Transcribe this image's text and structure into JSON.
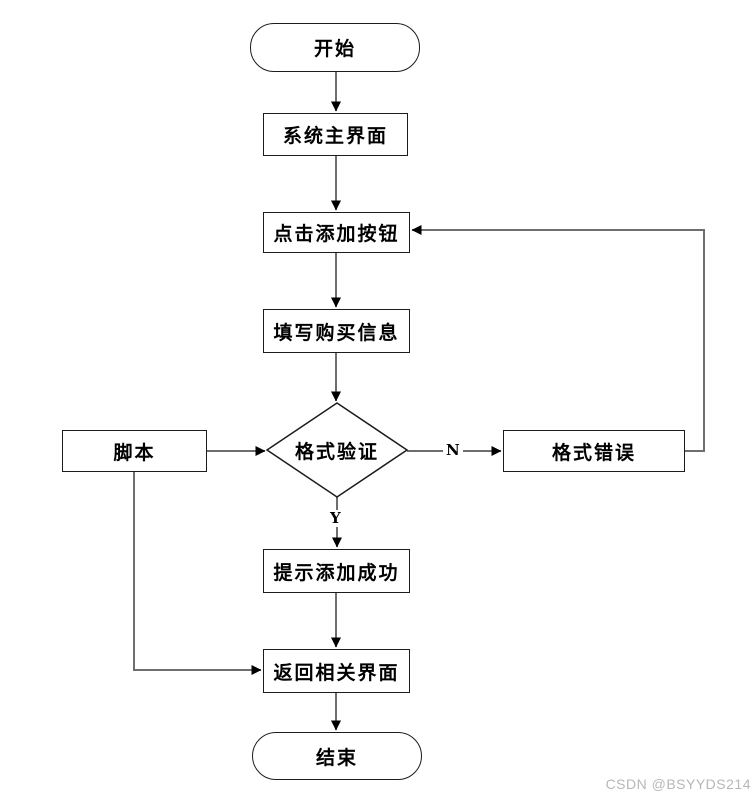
{
  "diagram": {
    "nodes": {
      "start": "开始",
      "main_interface": "系统主界面",
      "click_add": "点击添加按钮",
      "fill_info": "填写购买信息",
      "format_check": "格式验证",
      "script": "脚本",
      "format_error": "格式错误",
      "success_tip": "提示添加成功",
      "return_ui": "返回相关界面",
      "end": "结束"
    },
    "edge_labels": {
      "no": "N",
      "yes": "Y"
    },
    "colors": {
      "line": "#6e6e6e",
      "border": "#1c1c1c",
      "arrowhead": "#000000",
      "node_fill": "#ffffff",
      "watermark": "#b4b8bb"
    }
  },
  "watermark": "CSDN @BSYYDS214"
}
